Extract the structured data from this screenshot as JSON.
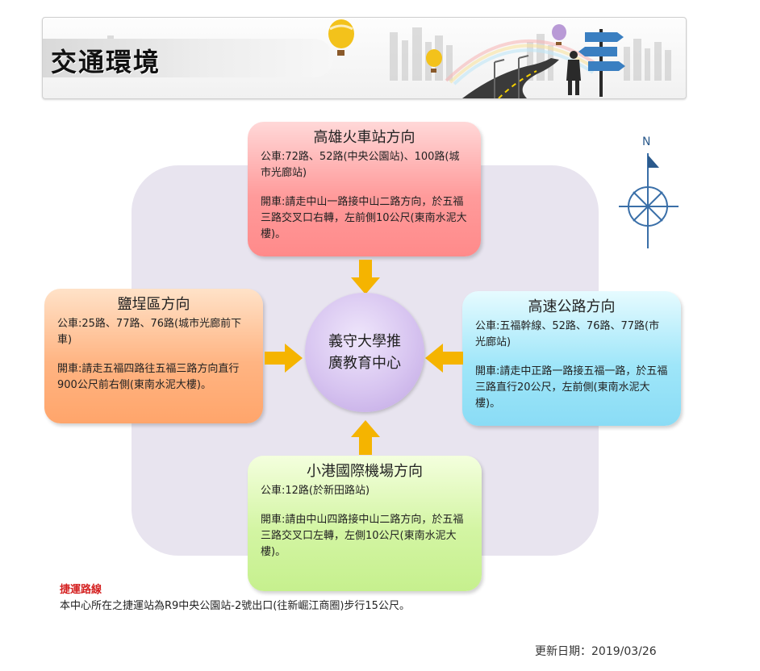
{
  "banner": {
    "title": "交通環境"
  },
  "center": {
    "title": "義守大學推廣教育中心"
  },
  "directions": {
    "north": {
      "heading": "高雄火車站方向",
      "bus": "公車:72路、52路(中央公園站)、100路(城市光廊站)",
      "car": "開車:請走中山一路接中山二路方向，於五福三路交叉口右轉，左前側10公尺(東南水泥大樓)。"
    },
    "west": {
      "heading": "鹽埕區方向",
      "bus": "公車:25路、77路、76路(城市光廊前下車)",
      "car": "開車:請走五福四路往五福三路方向直行900公尺前右側(東南水泥大樓)。"
    },
    "east": {
      "heading": "高速公路方向",
      "bus": "公車:五福幹線、52路、76路、77路(市光廊站)",
      "car": "開車:請走中正路一路接五福一路，於五福三路直行20公尺，左前側(東南水泥大樓)。"
    },
    "south": {
      "heading": "小港國際機場方向",
      "bus": "公車:12路(於新田路站)",
      "car": "開車:請由中山四路接中山二路方向，於五福三路交叉口左轉，左側10公尺(東南水泥大樓)。"
    }
  },
  "compass": {
    "label": "N"
  },
  "metro": {
    "title": "捷運路線",
    "text": "本中心所在之捷運站為R9中央公園站-2號出口(往新崛江商圈)步行15公尺。"
  },
  "footer": {
    "updated": "更新日期：2019/03/26"
  },
  "colors": {
    "arrow": "#f5b400",
    "metro_title": "#d42020",
    "compass": "#2b5a8c"
  }
}
